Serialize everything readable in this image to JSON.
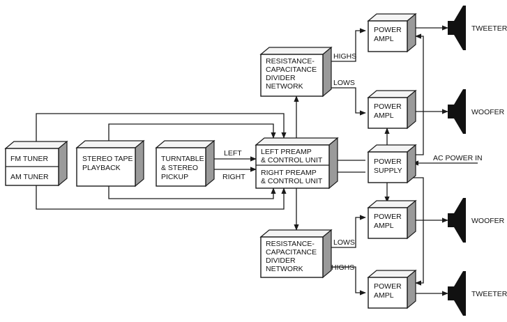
{
  "blocks": {
    "fm_tuner": "FM TUNER",
    "am_tuner": "AM TUNER",
    "stereo_tape": [
      "STEREO TAPE",
      "PLAYBACK"
    ],
    "turntable": [
      "TURNTABLE",
      "& STEREO",
      "PICKUP"
    ],
    "left_preamp": [
      "LEFT PREAMP",
      "& CONTROL UNIT"
    ],
    "right_preamp": [
      "RIGHT PREAMP",
      "& CONTROL UNIT"
    ],
    "rc_divider_top": [
      "RESISTANCE-",
      "CAPACITANCE",
      "DIVIDER",
      "NETWORK"
    ],
    "rc_divider_bottom": [
      "RESISTANCE-",
      "CAPACITANCE",
      "DIVIDER",
      "NETWORK"
    ],
    "power_ampl": [
      "POWER",
      "AMPL"
    ],
    "power_supply": [
      "POWER",
      "SUPPLY"
    ]
  },
  "speakers": {
    "tweeter_top": "TWEETER",
    "woofer_top": "WOOFER",
    "woofer_bottom": "WOOFER",
    "tweeter_bottom": "TWEETER"
  },
  "wire_labels": {
    "left": "LEFT",
    "right": "RIGHT",
    "highs_top": "HIGHS",
    "lows_top": "LOWS",
    "lows_bottom": "LOWS",
    "highs_bottom": "HIGHS",
    "ac_power_in": "AC POWER IN"
  }
}
